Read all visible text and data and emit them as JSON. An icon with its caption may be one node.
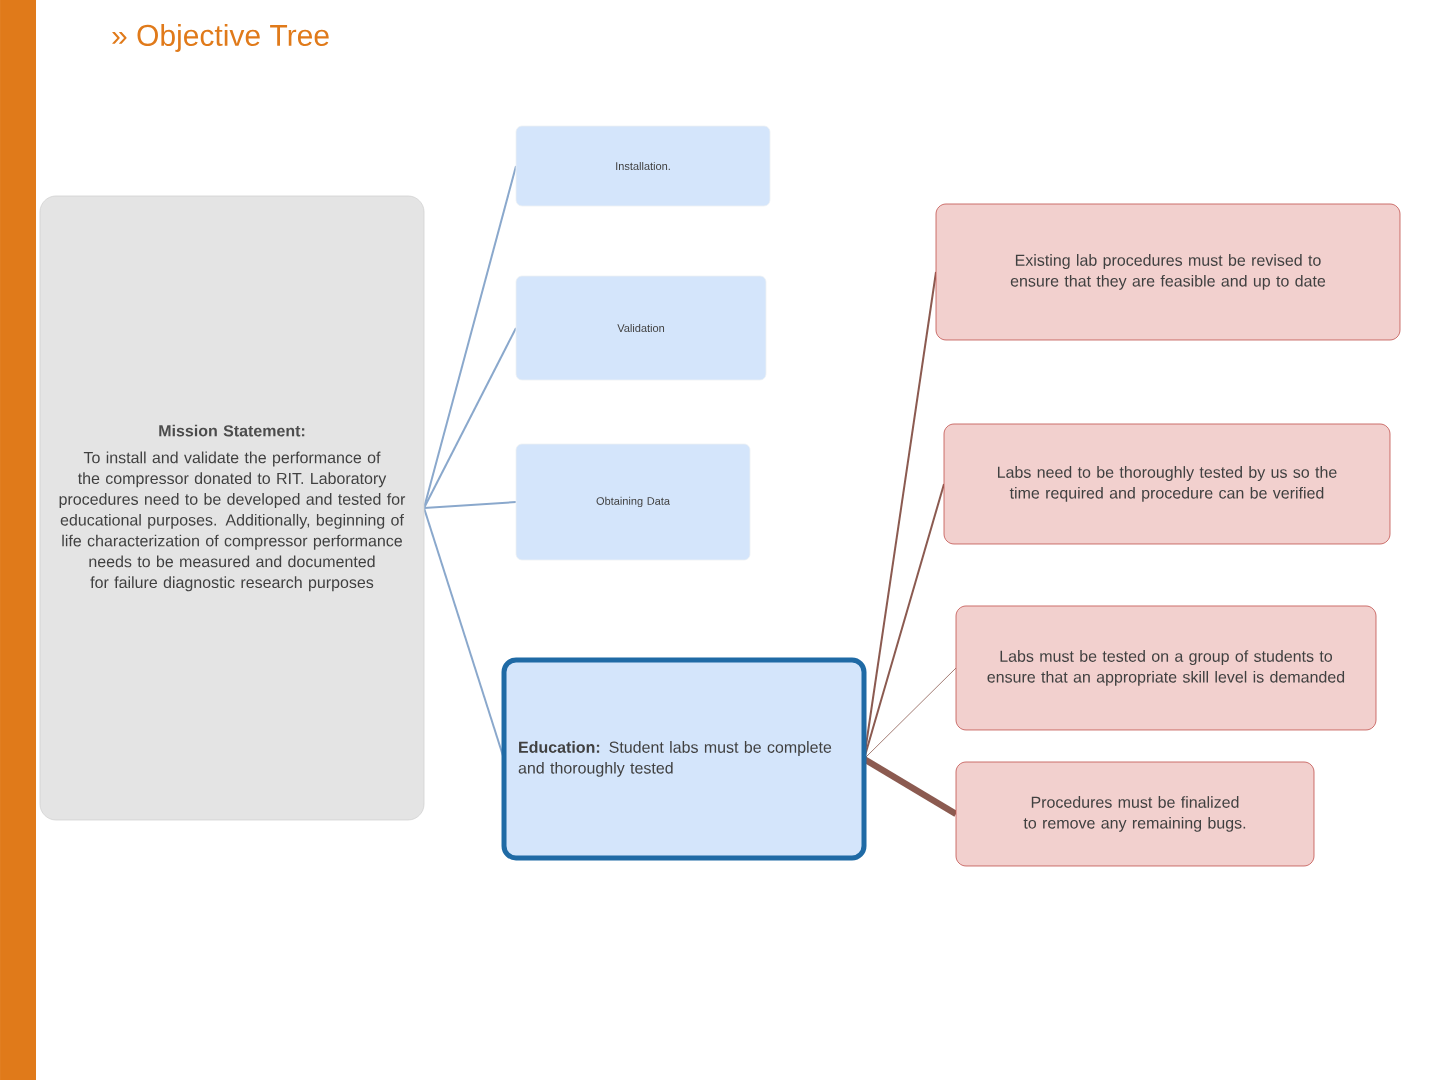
{
  "diagram": {
    "title": "» Objective Tree",
    "nodes": [
      {
        "text": [
          "Mission Statement:",
          "To install and validate the performance of the compressor donated to RIT. Laboratory procedures need to be developed and tested for educational purposes. Additionally, beginning of life characterization of compressor performance needs to be measured and documented for failure diagnostic research purposes"
        ]
      },
      {
        "text": [
          "Installation."
        ]
      },
      {
        "text": [
          "Validation"
        ]
      },
      {
        "text": [
          "Obtaining Data"
        ]
      },
      {
        "text": [
          "**Education:** Student labs must be complete and thoroughly tested"
        ]
      },
      {
        "text": [
          "Existing lab procedures must be revised to ensure that they are feasible and up to date"
        ]
      },
      {
        "text": [
          "Labs need to be thoroughly tested by us so the time required and procedure can be verified"
        ]
      },
      {
        "text": [
          "Labs must be tested on a group of students to ensure  that an appropriate skill level is demanded"
        ]
      },
      {
        "text": [
          "Procedures must be finalized to remove any remaining bugs."
        ]
      }
    ],
    "edges": [
      {
        "from": 0,
        "to": 1,
        "arrow": "none"
      },
      {
        "from": 0,
        "to": 2,
        "arrow": "none"
      },
      {
        "from": 0,
        "to": 3,
        "arrow": "none"
      },
      {
        "from": 0,
        "to": 4,
        "arrow": "none"
      },
      {
        "from": 4,
        "to": 5,
        "arrow": "none",
        "color": "#8b5a50"
      },
      {
        "from": 4,
        "to": 6,
        "arrow": "none",
        "color": "#8b5a50"
      },
      {
        "from": 4,
        "to": 7,
        "arrow": "none",
        "color": "#8b5a50"
      },
      {
        "from": 4,
        "to": 8,
        "arrow": "none",
        "color": "#8b5a50",
        "style": "thick"
      }
    ]
  }
}
